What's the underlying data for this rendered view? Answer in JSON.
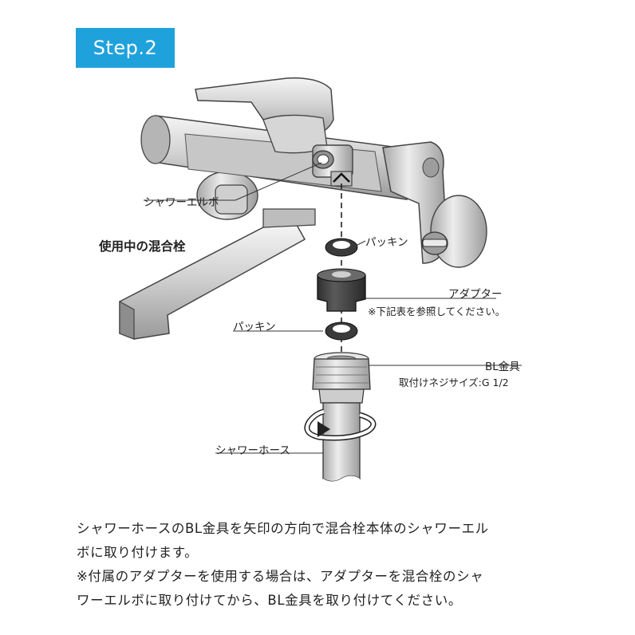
{
  "step_badge": "Step.2",
  "labels": {
    "shower_elbow": "シャワーエルボ",
    "faucet_in_use": "使用中の混合栓",
    "packing_top": "パッキン",
    "adapter": "アダプター",
    "adapter_note": "※下記表を参照してください。",
    "packing_bottom": "パッキン",
    "bl_fitting": "BL金具",
    "thread_size": "取付けネジサイズ:G 1/2",
    "shower_hose": "シャワーホース"
  },
  "instructions": {
    "line1": "シャワーホースのBL金具を矢印の方向で混合栓本体のシャワーエル",
    "line2": "ボに取り付けます。",
    "line3": "※付属のアダプターを使用する場合は、アダプターを混合栓のシャ",
    "line4": "ワーエルボに取り付けてから、BL金具を取り付けてください。"
  },
  "colors": {
    "badge": "#1fa2dc",
    "faucet_metal": "#d9d9d9",
    "adapter": "#4a4a4a",
    "packing": "#3a3a3a"
  }
}
